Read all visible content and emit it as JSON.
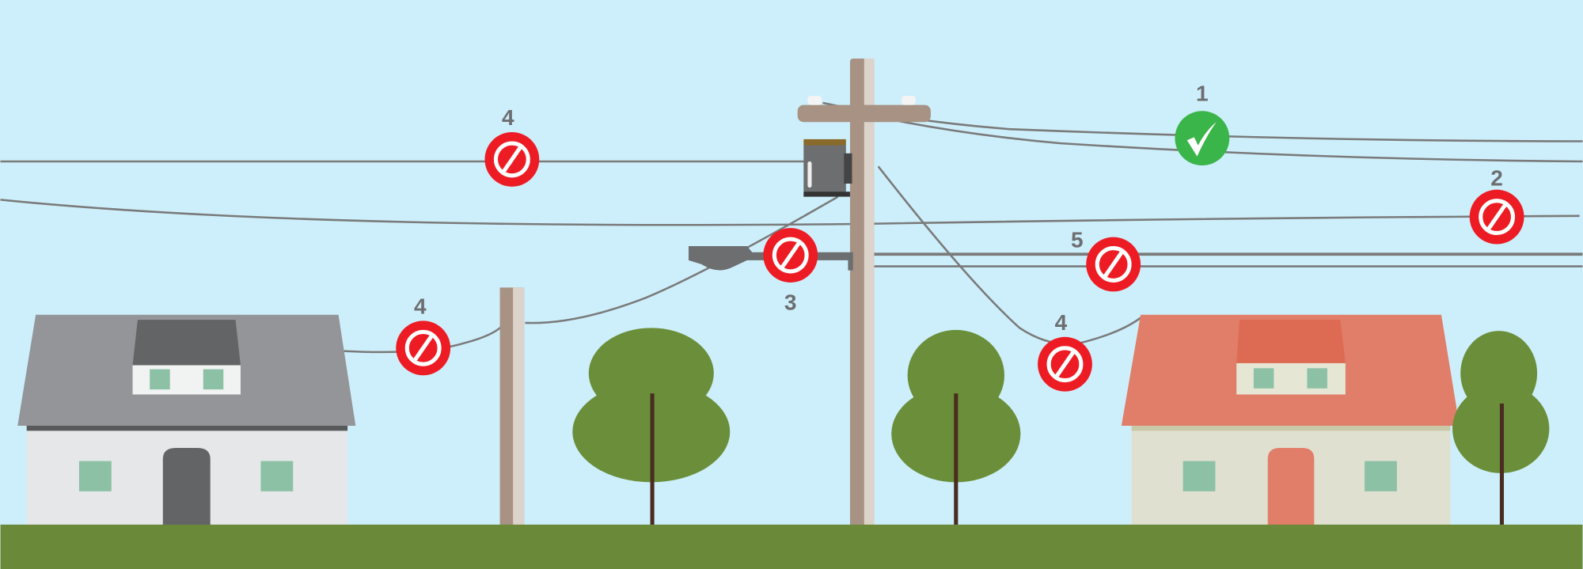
{
  "colors": {
    "sky": "#cdeffb",
    "ground": "#6a8a3a",
    "allowed_marker": "#3ab54a",
    "prohibited_marker": "#ed1c24",
    "wire": "#7a7a7a",
    "pole": "#a89284",
    "tree": "#6b8e3a"
  },
  "markers": [
    {
      "label": "1",
      "status": "allowed",
      "icon": "checkmark-icon"
    },
    {
      "label": "2",
      "status": "prohibited",
      "icon": "prohibited-icon"
    },
    {
      "label": "3",
      "status": "prohibited",
      "icon": "prohibited-icon"
    },
    {
      "label": "4",
      "status": "prohibited",
      "icon": "prohibited-icon"
    },
    {
      "label": "4",
      "status": "prohibited",
      "icon": "prohibited-icon"
    },
    {
      "label": "4",
      "status": "prohibited",
      "icon": "prohibited-icon"
    },
    {
      "label": "5",
      "status": "prohibited",
      "icon": "prohibited-icon"
    }
  ]
}
